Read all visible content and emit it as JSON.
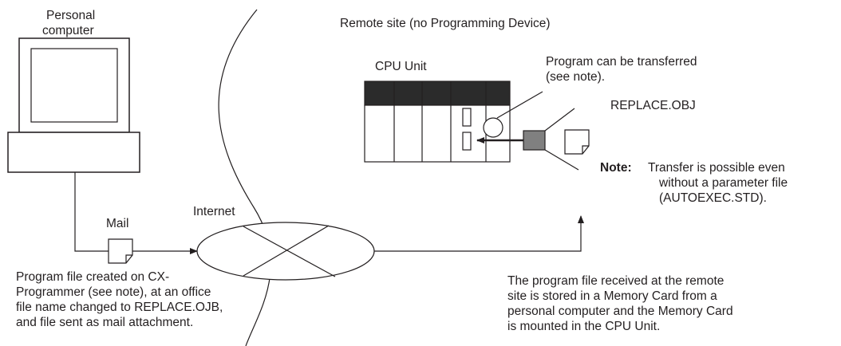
{
  "labels": {
    "pc_line1": "Personal",
    "pc_line2": "computer",
    "remote_site": "Remote site (no Programming Device)",
    "cpu_unit": "CPU Unit",
    "transfer_line1": "Program can be transferred",
    "transfer_line2": "(see note).",
    "replace_obj": "REPLACE.OBJ",
    "note_label": "Note:",
    "note_line1": "Transfer is possible even",
    "note_line2": "without a parameter file",
    "note_line3": "(AUTOEXEC.STD).",
    "internet": "Internet",
    "mail": "Mail",
    "left_caption": [
      "Program file created on CX-",
      "Programmer (see note), at an office",
      "file name changed to REPLACE.OJB,",
      "and file sent as mail attachment."
    ],
    "right_caption": [
      "The program file received at the remote",
      "site is stored in a Memory Card from a",
      "personal computer and the Memory Card",
      "is mounted in the CPU Unit."
    ]
  },
  "colors": {
    "ink": "#231f20",
    "plc_header": "#2b2b2b",
    "connector_fill": "#808080"
  }
}
